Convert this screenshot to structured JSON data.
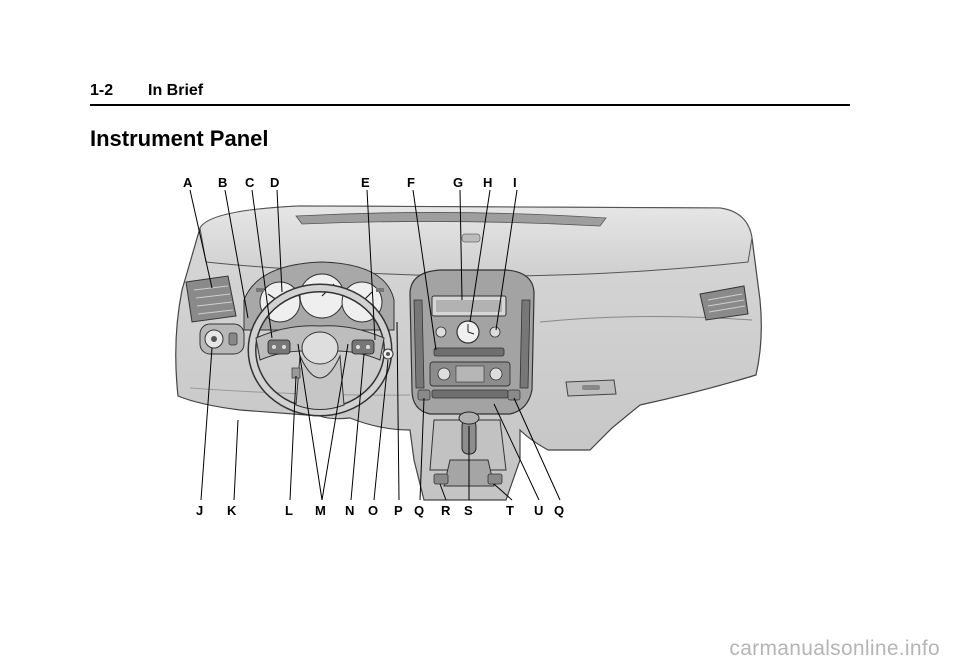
{
  "header": {
    "page_number": "1-2",
    "section": "In Brief"
  },
  "title": "Instrument Panel",
  "top_callouts": [
    "A",
    "B",
    "C",
    "D",
    "E",
    "F",
    "G",
    "H",
    "I"
  ],
  "bottom_callouts": [
    "J",
    "K",
    "L",
    "M",
    "N",
    "O",
    "P",
    "Q",
    "R",
    "S",
    "T",
    "U",
    "Q"
  ],
  "watermark": "carmanualsonline.info"
}
